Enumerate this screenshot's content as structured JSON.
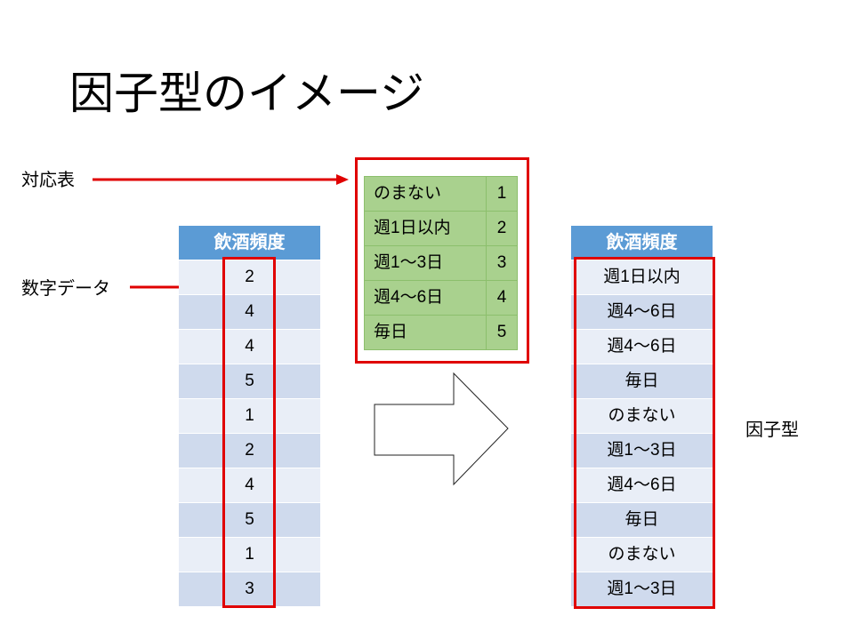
{
  "title": "因子型のイメージ",
  "labels": {
    "mapping": "対応表",
    "numeric": "数字データ",
    "factor": "因子型"
  },
  "left_table": {
    "header": "飲酒頻度",
    "rows": [
      "2",
      "4",
      "4",
      "5",
      "1",
      "2",
      "4",
      "5",
      "1",
      "3"
    ]
  },
  "mapping_table": [
    {
      "label": "のまない",
      "value": "1"
    },
    {
      "label": "週1日以内",
      "value": "2"
    },
    {
      "label": "週1〜3日",
      "value": "3"
    },
    {
      "label": "週4〜6日",
      "value": "4"
    },
    {
      "label": "毎日",
      "value": "5"
    }
  ],
  "right_table": {
    "header": "飲酒頻度",
    "rows": [
      "週1日以内",
      "週4〜6日",
      "週4〜6日",
      "毎日",
      "のまない",
      "週1〜3日",
      "週4〜6日",
      "毎日",
      "のまない",
      "週1〜3日"
    ]
  },
  "colors": {
    "accent_red": "#e00000",
    "header_blue": "#5b9bd5",
    "green": "#a9d18e"
  }
}
